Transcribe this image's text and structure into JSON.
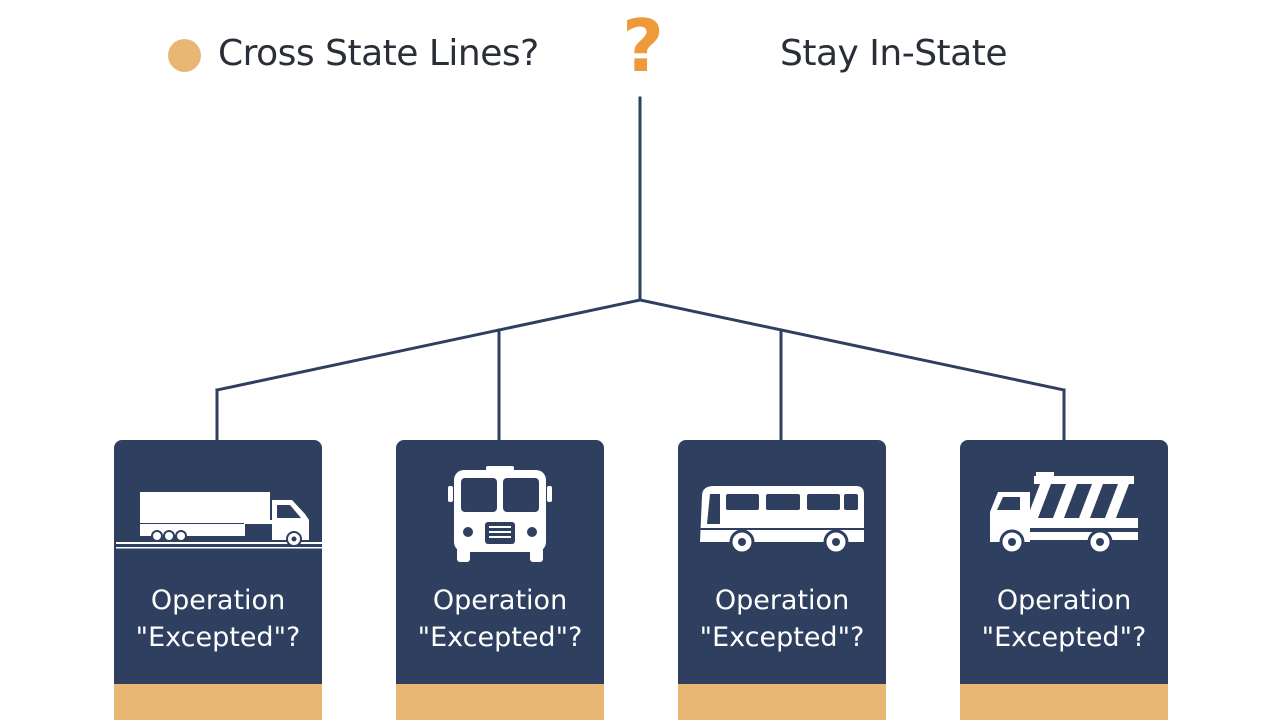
{
  "colors": {
    "navy": "#2f3f5f",
    "accent": "#e9b774",
    "question": "#ef9a3a",
    "text": "#2a2e36",
    "icon": "#ffffff"
  },
  "header": {
    "left_label": "Cross State Lines?",
    "question_symbol": "?",
    "right_label": "Stay In-State"
  },
  "cards": [
    {
      "icon": "semi-truck-icon",
      "label_line1": "Operation",
      "label_line2": "\"Excepted\"?"
    },
    {
      "icon": "bus-front-icon",
      "label_line1": "Operation",
      "label_line2": "\"Excepted\"?"
    },
    {
      "icon": "bus-side-icon",
      "label_line1": "Operation",
      "label_line2": "\"Excepted\"?"
    },
    {
      "icon": "dump-truck-icon",
      "label_line1": "Operation",
      "label_line2": "\"Excepted\"?"
    }
  ]
}
